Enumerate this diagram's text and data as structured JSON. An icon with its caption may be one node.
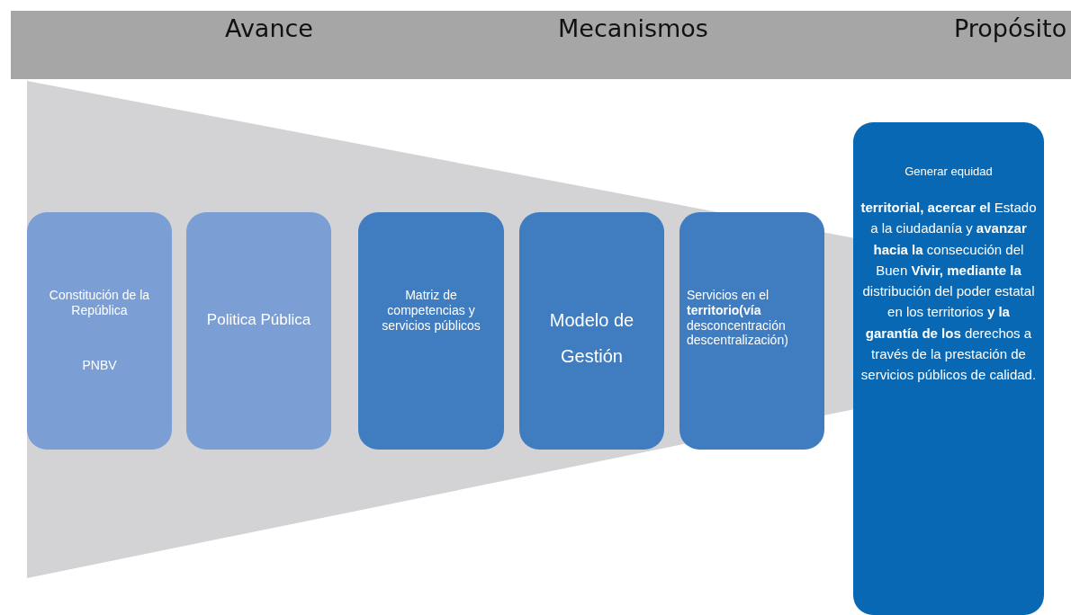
{
  "diagram": {
    "nodes": [
      {
        "text": [
          "Constitución de la República",
          "PNBV"
        ]
      },
      {
        "text": [
          "Politica Pública"
        ]
      },
      {
        "text": [
          "Matriz de competencias y servicios públicos"
        ]
      },
      {
        "text": [
          "Modelo de Gestión"
        ]
      },
      {
        "text": [
          "Servicios en el **territorio(vía** desconcentración descentralización)"
        ]
      },
      {
        "text": [
          "Generar equidad",
          "**territorial, acercar el** Estado a la ciudadanía y **avanzar hacia la** consecución del Buen **Vivir, mediante la** distribución del poder estatal en los territorios **y la garantía de los** derechos a través de la prestación de servicios públicos de calidad."
        ]
      }
    ],
    "edges": [],
    "labels": [
      "Avance",
      "Mecanismos",
      "Propósito"
    ]
  }
}
